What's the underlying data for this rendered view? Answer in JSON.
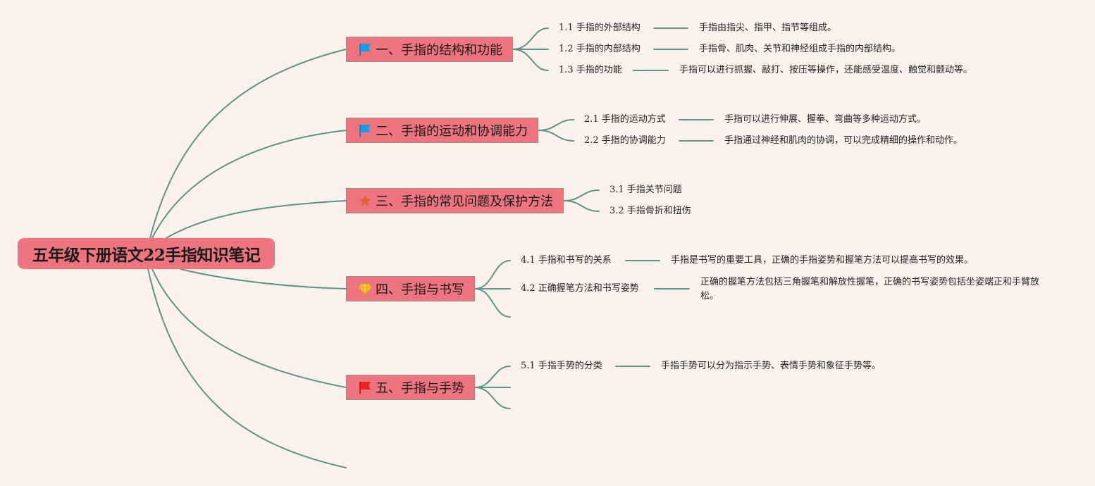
{
  "colors": {
    "background": "#fdf1ec",
    "node": "#ee7480",
    "line": "#5d9584"
  },
  "root": {
    "title": "五年级下册语文22手指知识笔记"
  },
  "topics": [
    {
      "label": "一、手指的结构和功能",
      "icon": "flag-icon-blue",
      "items": [
        {
          "label": "1.1 手指的外部结构",
          "note": "手指由指尖、指甲、指节等组成。"
        },
        {
          "label": "1.2 手指的内部结构",
          "note": "手指骨、肌肉、关节和神经组成手指的内部结构。"
        },
        {
          "label": "1.3 手指的功能",
          "note": "手指可以进行抓握、敲打、按压等操作，还能感受温度、触觉和颤动等。"
        }
      ]
    },
    {
      "label": "二、手指的运动和协调能力",
      "icon": "flag-icon-blue",
      "items": [
        {
          "label": "2.1 手指的运动方式",
          "note": "手指可以进行伸展、握拳、弯曲等多种运动方式。"
        },
        {
          "label": "2.2 手指的协调能力",
          "note": "手指通过神经和肌肉的协调，可以完成精细的操作和动作。"
        }
      ]
    },
    {
      "label": "三、手指的常见问题及保护方法",
      "icon": "star-icon",
      "items": [
        {
          "label": "3.1 手指关节问题"
        },
        {
          "label": "3.2 手指骨折和扭伤"
        }
      ]
    },
    {
      "label": "四、手指与书写",
      "icon": "diamond-icon",
      "items": [
        {
          "label": "4.1 手指和书写的关系",
          "note": "手指是书写的重要工具，正确的手指姿势和握笔方法可以提高书写的效果。"
        },
        {
          "label": "4.2 正确握笔方法和书写姿势",
          "note": "正确的握笔方法包括三角握笔和解放性握笔，正确的书写姿势包括坐姿端正和手臂放松。"
        }
      ]
    },
    {
      "label": "五、手指与手势",
      "icon": "flag-icon-red",
      "items": [
        {
          "label": "5.1 手指手势的分类",
          "note": "手指手势可以分为指示手势、表情手势和象征手势等。"
        }
      ]
    }
  ]
}
